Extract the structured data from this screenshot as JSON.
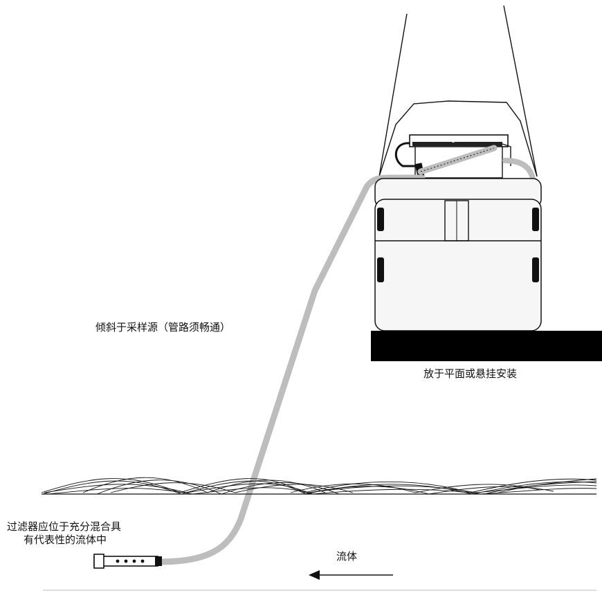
{
  "labels": {
    "tilt_note": "倾斜于采样源（管路须畅通）",
    "mount_note": "放于平面或悬挂安装",
    "filter_note_line1": "过滤器应位于充分混合具",
    "filter_note_line2": "有代表性的流体中",
    "flow_label": "流体"
  },
  "colors": {
    "tube": "#bdbdbd",
    "platform": "#000000",
    "outline": "#111111",
    "background": "#ffffff"
  },
  "icons": {
    "flow_arrow": "arrow-left"
  }
}
